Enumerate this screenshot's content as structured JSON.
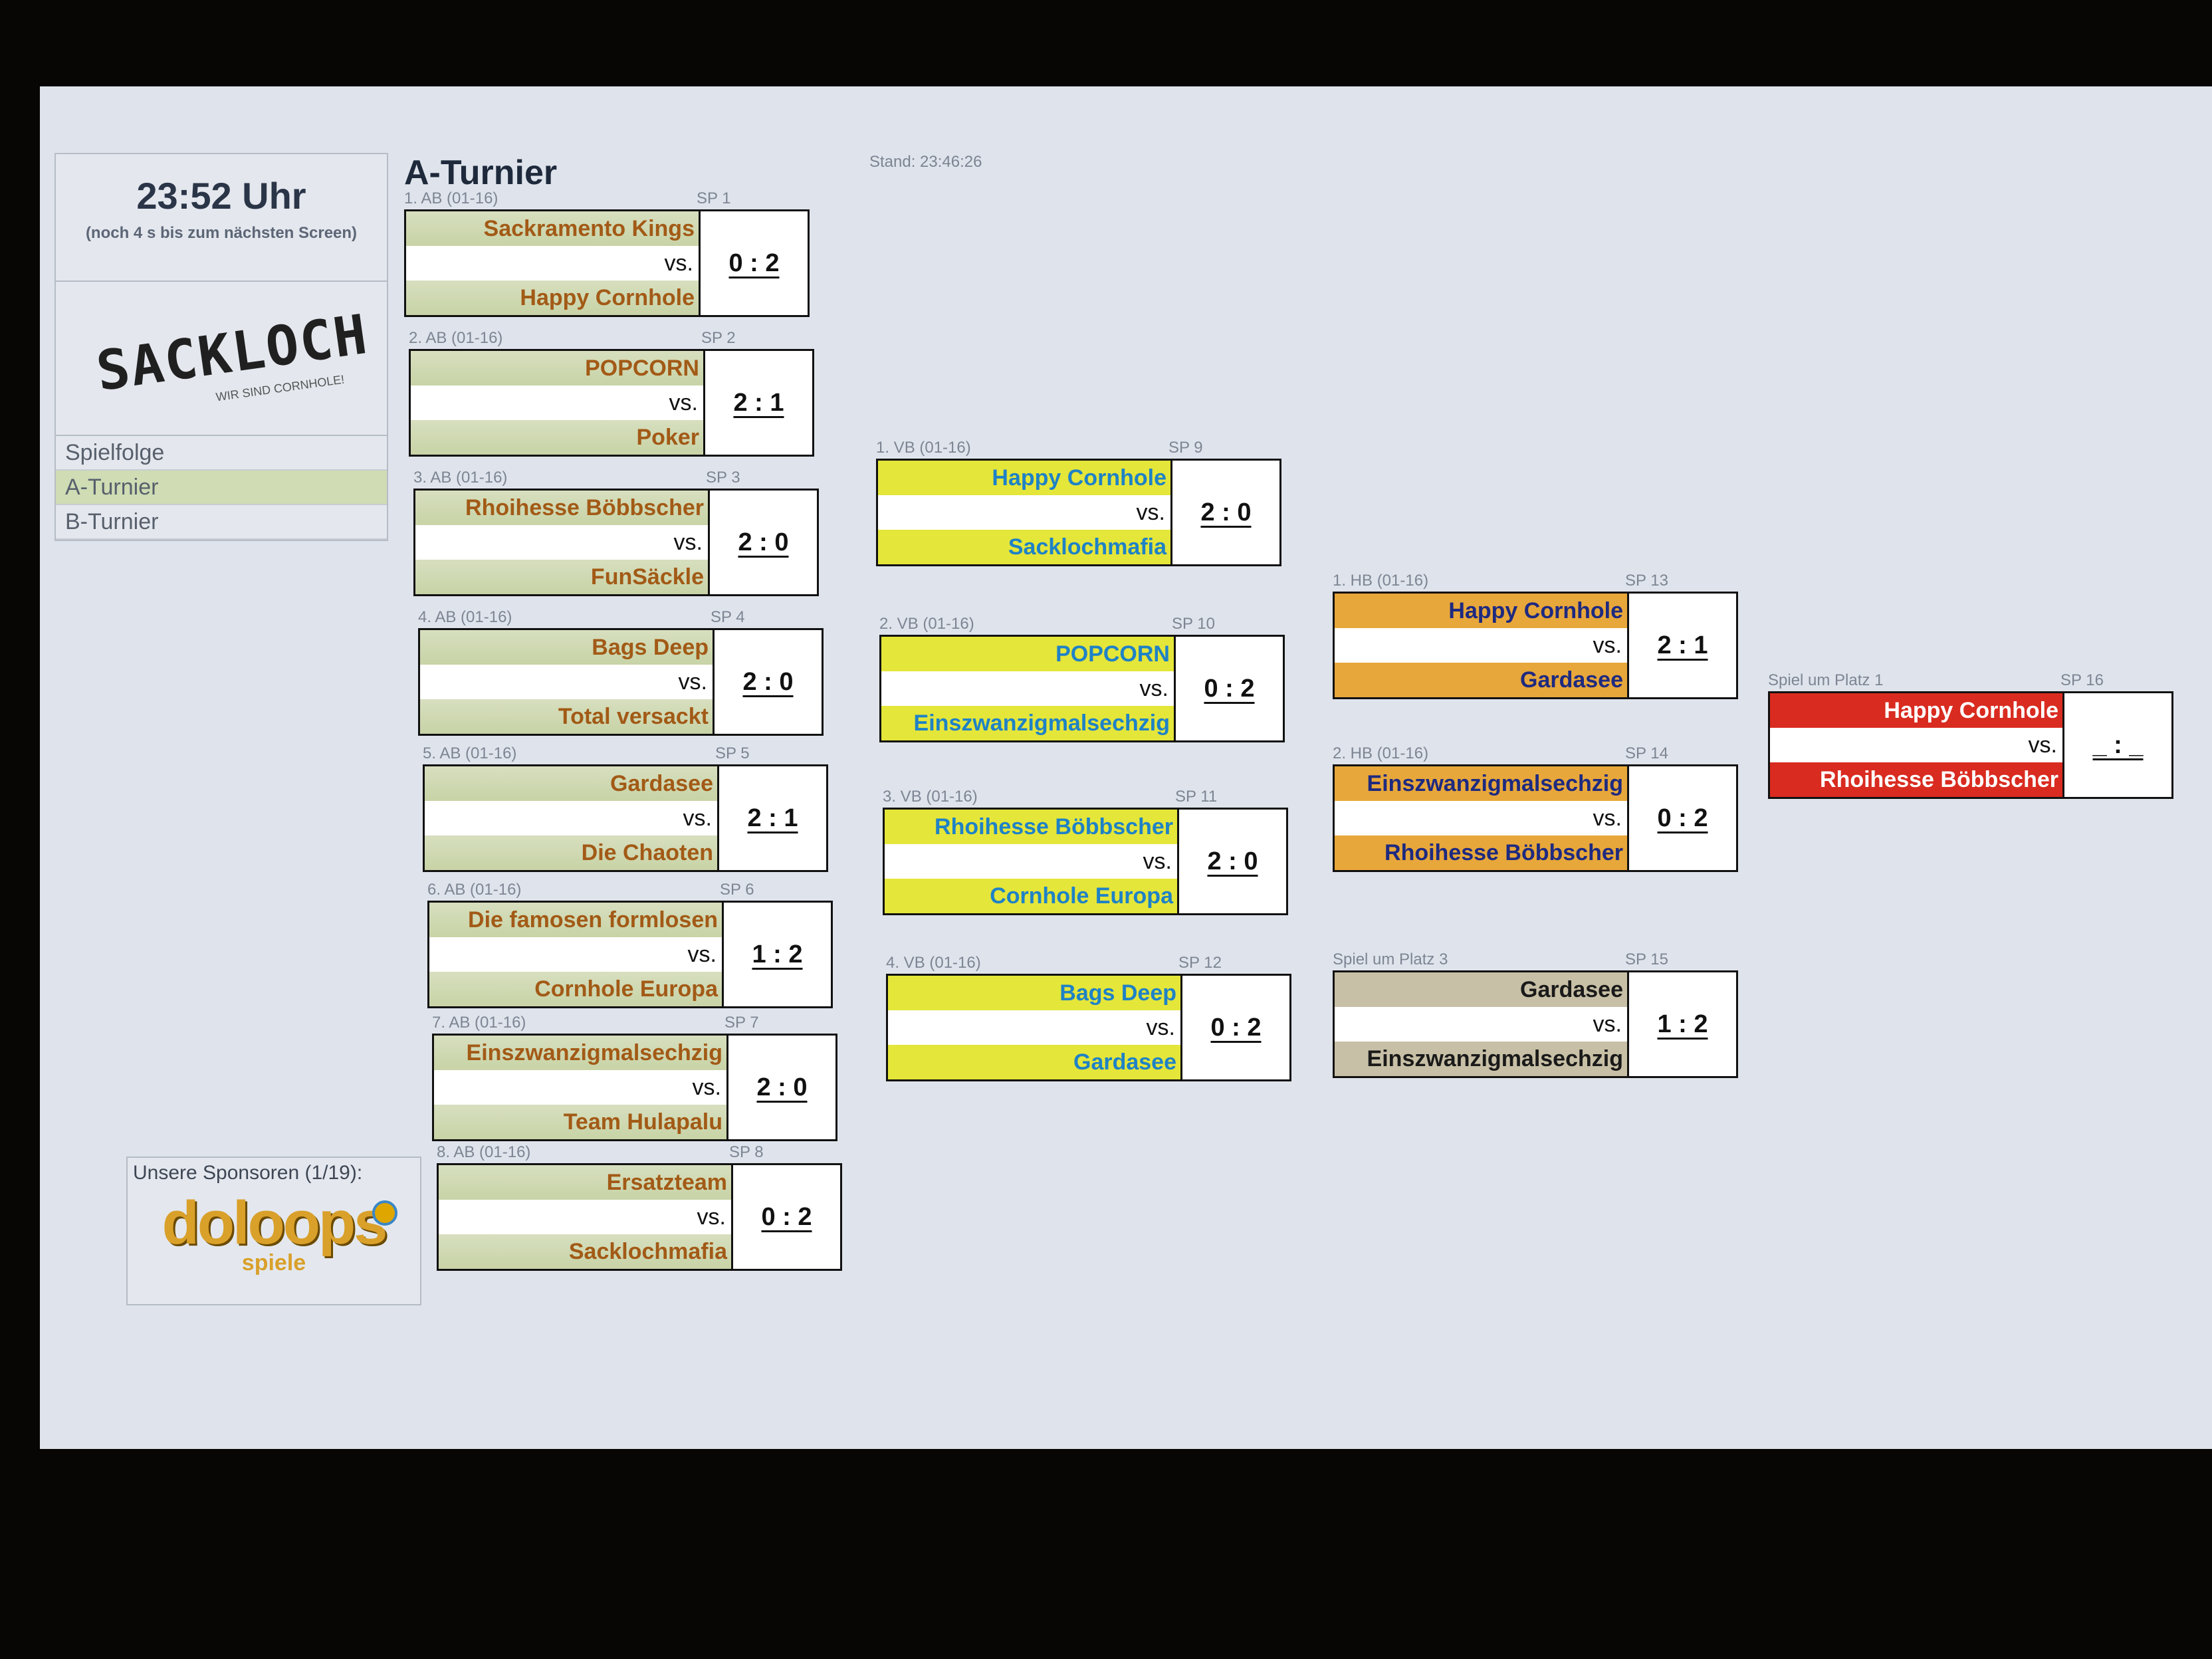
{
  "header": {
    "clock": "23:52 Uhr",
    "clock_note": "(noch 4 s bis zum nächsten Screen)",
    "page_title": "A-Turnier",
    "stand": "Stand: 23:46:26"
  },
  "logo": {
    "name": "SACKLOCH",
    "tagline": "WIR SIND CORNHOLE!"
  },
  "nav": {
    "items": [
      "Spielfolge",
      "A-Turnier",
      "B-Turnier"
    ],
    "active": "A-Turnier"
  },
  "sponsor": {
    "label": "Unsere Sponsoren (1/19):",
    "name": "doloops",
    "sub": "spiele"
  },
  "vs_label": "vs.",
  "matches": {
    "sp1": {
      "round": "1. AB (01-16)",
      "sp": "SP 1",
      "team1": "Sackramento Kings",
      "team2": "Happy Cornhole",
      "score": "0 : 2"
    },
    "sp2": {
      "round": "2. AB (01-16)",
      "sp": "SP 2",
      "team1": "POPCORN",
      "team2": "Poker",
      "score": "2 : 1"
    },
    "sp3": {
      "round": "3. AB (01-16)",
      "sp": "SP 3",
      "team1": "Rhoihesse Böbbscher",
      "team2": "FunSäckle",
      "score": "2 : 0"
    },
    "sp4": {
      "round": "4. AB (01-16)",
      "sp": "SP 4",
      "team1": "Bags Deep",
      "team2": "Total versackt",
      "score": "2 : 0"
    },
    "sp5": {
      "round": "5. AB (01-16)",
      "sp": "SP 5",
      "team1": "Gardasee",
      "team2": "Die Chaoten",
      "score": "2 : 1"
    },
    "sp6": {
      "round": "6. AB (01-16)",
      "sp": "SP 6",
      "team1": "Die famosen formlosen",
      "team2": "Cornhole Europa",
      "score": "1 : 2"
    },
    "sp7": {
      "round": "7. AB (01-16)",
      "sp": "SP 7",
      "team1": "Einszwanzigmalsechzig",
      "team2": "Team Hulapalu",
      "score": "2 : 0"
    },
    "sp8": {
      "round": "8. AB (01-16)",
      "sp": "SP 8",
      "team1": "Ersatzteam",
      "team2": "Sacklochmafia",
      "score": "0 : 2"
    },
    "sp9": {
      "round": "1. VB (01-16)",
      "sp": "SP 9",
      "team1": "Happy Cornhole",
      "team2": "Sacklochmafia",
      "score": "2 : 0"
    },
    "sp10": {
      "round": "2. VB (01-16)",
      "sp": "SP 10",
      "team1": "POPCORN",
      "team2": "Einszwanzigmalsechzig",
      "score": "0 : 2"
    },
    "sp11": {
      "round": "3. VB (01-16)",
      "sp": "SP 11",
      "team1": "Rhoihesse Böbbscher",
      "team2": "Cornhole Europa",
      "score": "2 : 0"
    },
    "sp12": {
      "round": "4. VB (01-16)",
      "sp": "SP 12",
      "team1": "Bags Deep",
      "team2": "Gardasee",
      "score": "0 : 2"
    },
    "sp13": {
      "round": "1. HB (01-16)",
      "sp": "SP 13",
      "team1": "Happy Cornhole",
      "team2": "Gardasee",
      "score": "2 : 1"
    },
    "sp14": {
      "round": "2. HB (01-16)",
      "sp": "SP 14",
      "team1": "Einszwanzigmalsechzig",
      "team2": "Rhoihesse Böbbscher",
      "score": "0 : 2"
    },
    "sp15": {
      "round": "Spiel um Platz 3",
      "sp": "SP 15",
      "team1": "Gardasee",
      "team2": "Einszwanzigmalsechzig",
      "score": "1 : 2"
    },
    "sp16": {
      "round": "Spiel um Platz 1",
      "sp": "SP 16",
      "team1": "Happy Cornhole",
      "team2": "Rhoihesse Böbbscher",
      "score": "_ : _"
    }
  },
  "colors": {
    "screen_bg": "#dfe4ec",
    "ab_row": "#d0d9b3",
    "vb_row": "#e4e63a",
    "hb_row": "#e7a73a",
    "final_row": "#d92b20"
  }
}
